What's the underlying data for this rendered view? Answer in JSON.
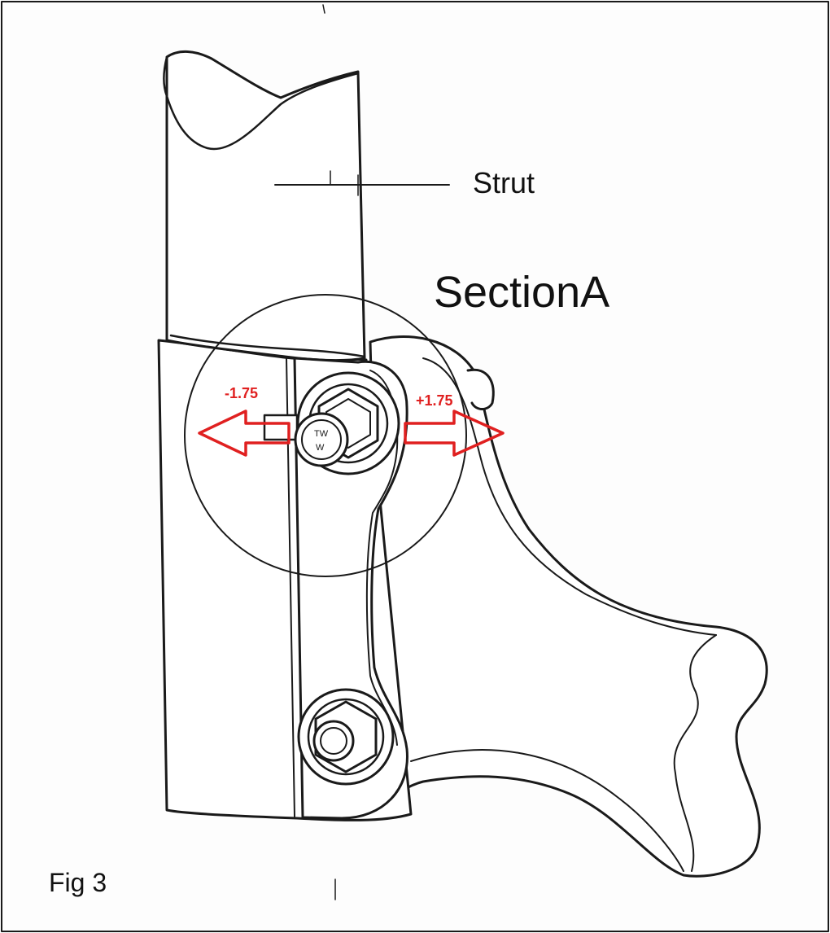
{
  "labels": {
    "strut": "Strut",
    "section": "SectionA",
    "figure": "Fig 3"
  },
  "adjustment": {
    "minus": "-1.75",
    "plus": "+1.75",
    "arrow_color": "#e02020"
  },
  "icons": {
    "upper_bolt": "hex-bolt-icon",
    "lower_bolt": "hex-nut-icon"
  }
}
